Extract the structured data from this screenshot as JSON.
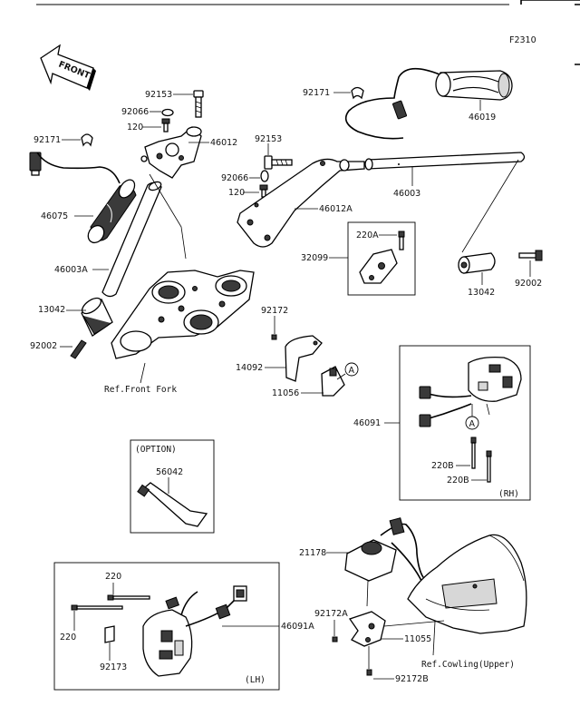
{
  "figure": {
    "code": "F2310",
    "front_arrow": "FRONT"
  },
  "labels": {
    "p92153_top": "92153",
    "p92066_top": "92066",
    "p120_top": "120",
    "p46012": "46012",
    "p92171_left": "92171",
    "p46075": "46075",
    "p46003A": "46003A",
    "p13042_left": "13042",
    "p92002_left": "92002",
    "ref_front_fork": "Ref.Front Fork",
    "p92171_right": "92171",
    "p46019": "46019",
    "p92153_mid": "92153",
    "p92066_mid": "92066",
    "p120_mid": "120",
    "p46003": "46003",
    "p46012A": "46012A",
    "p220A": "220A",
    "p32099": "32099",
    "p13042_right": "13042",
    "p92002_right": "92002",
    "p92172": "92172",
    "p14092": "14092",
    "p11056": "11056",
    "p46091": "46091",
    "p220B_1": "220B",
    "p220B_2": "220B",
    "rh": "(RH)",
    "option": "(OPTION)",
    "p56042": "56042",
    "p21178": "21178",
    "p220_1": "220",
    "p220_2": "220",
    "p92173": "92173",
    "p46091A": "46091A",
    "lh": "(LH)",
    "p92172A": "92172A",
    "p11055": "11055",
    "ref_cowling": "Ref.Cowling(Upper)",
    "p92172B": "92172B",
    "marker_A": "A"
  }
}
